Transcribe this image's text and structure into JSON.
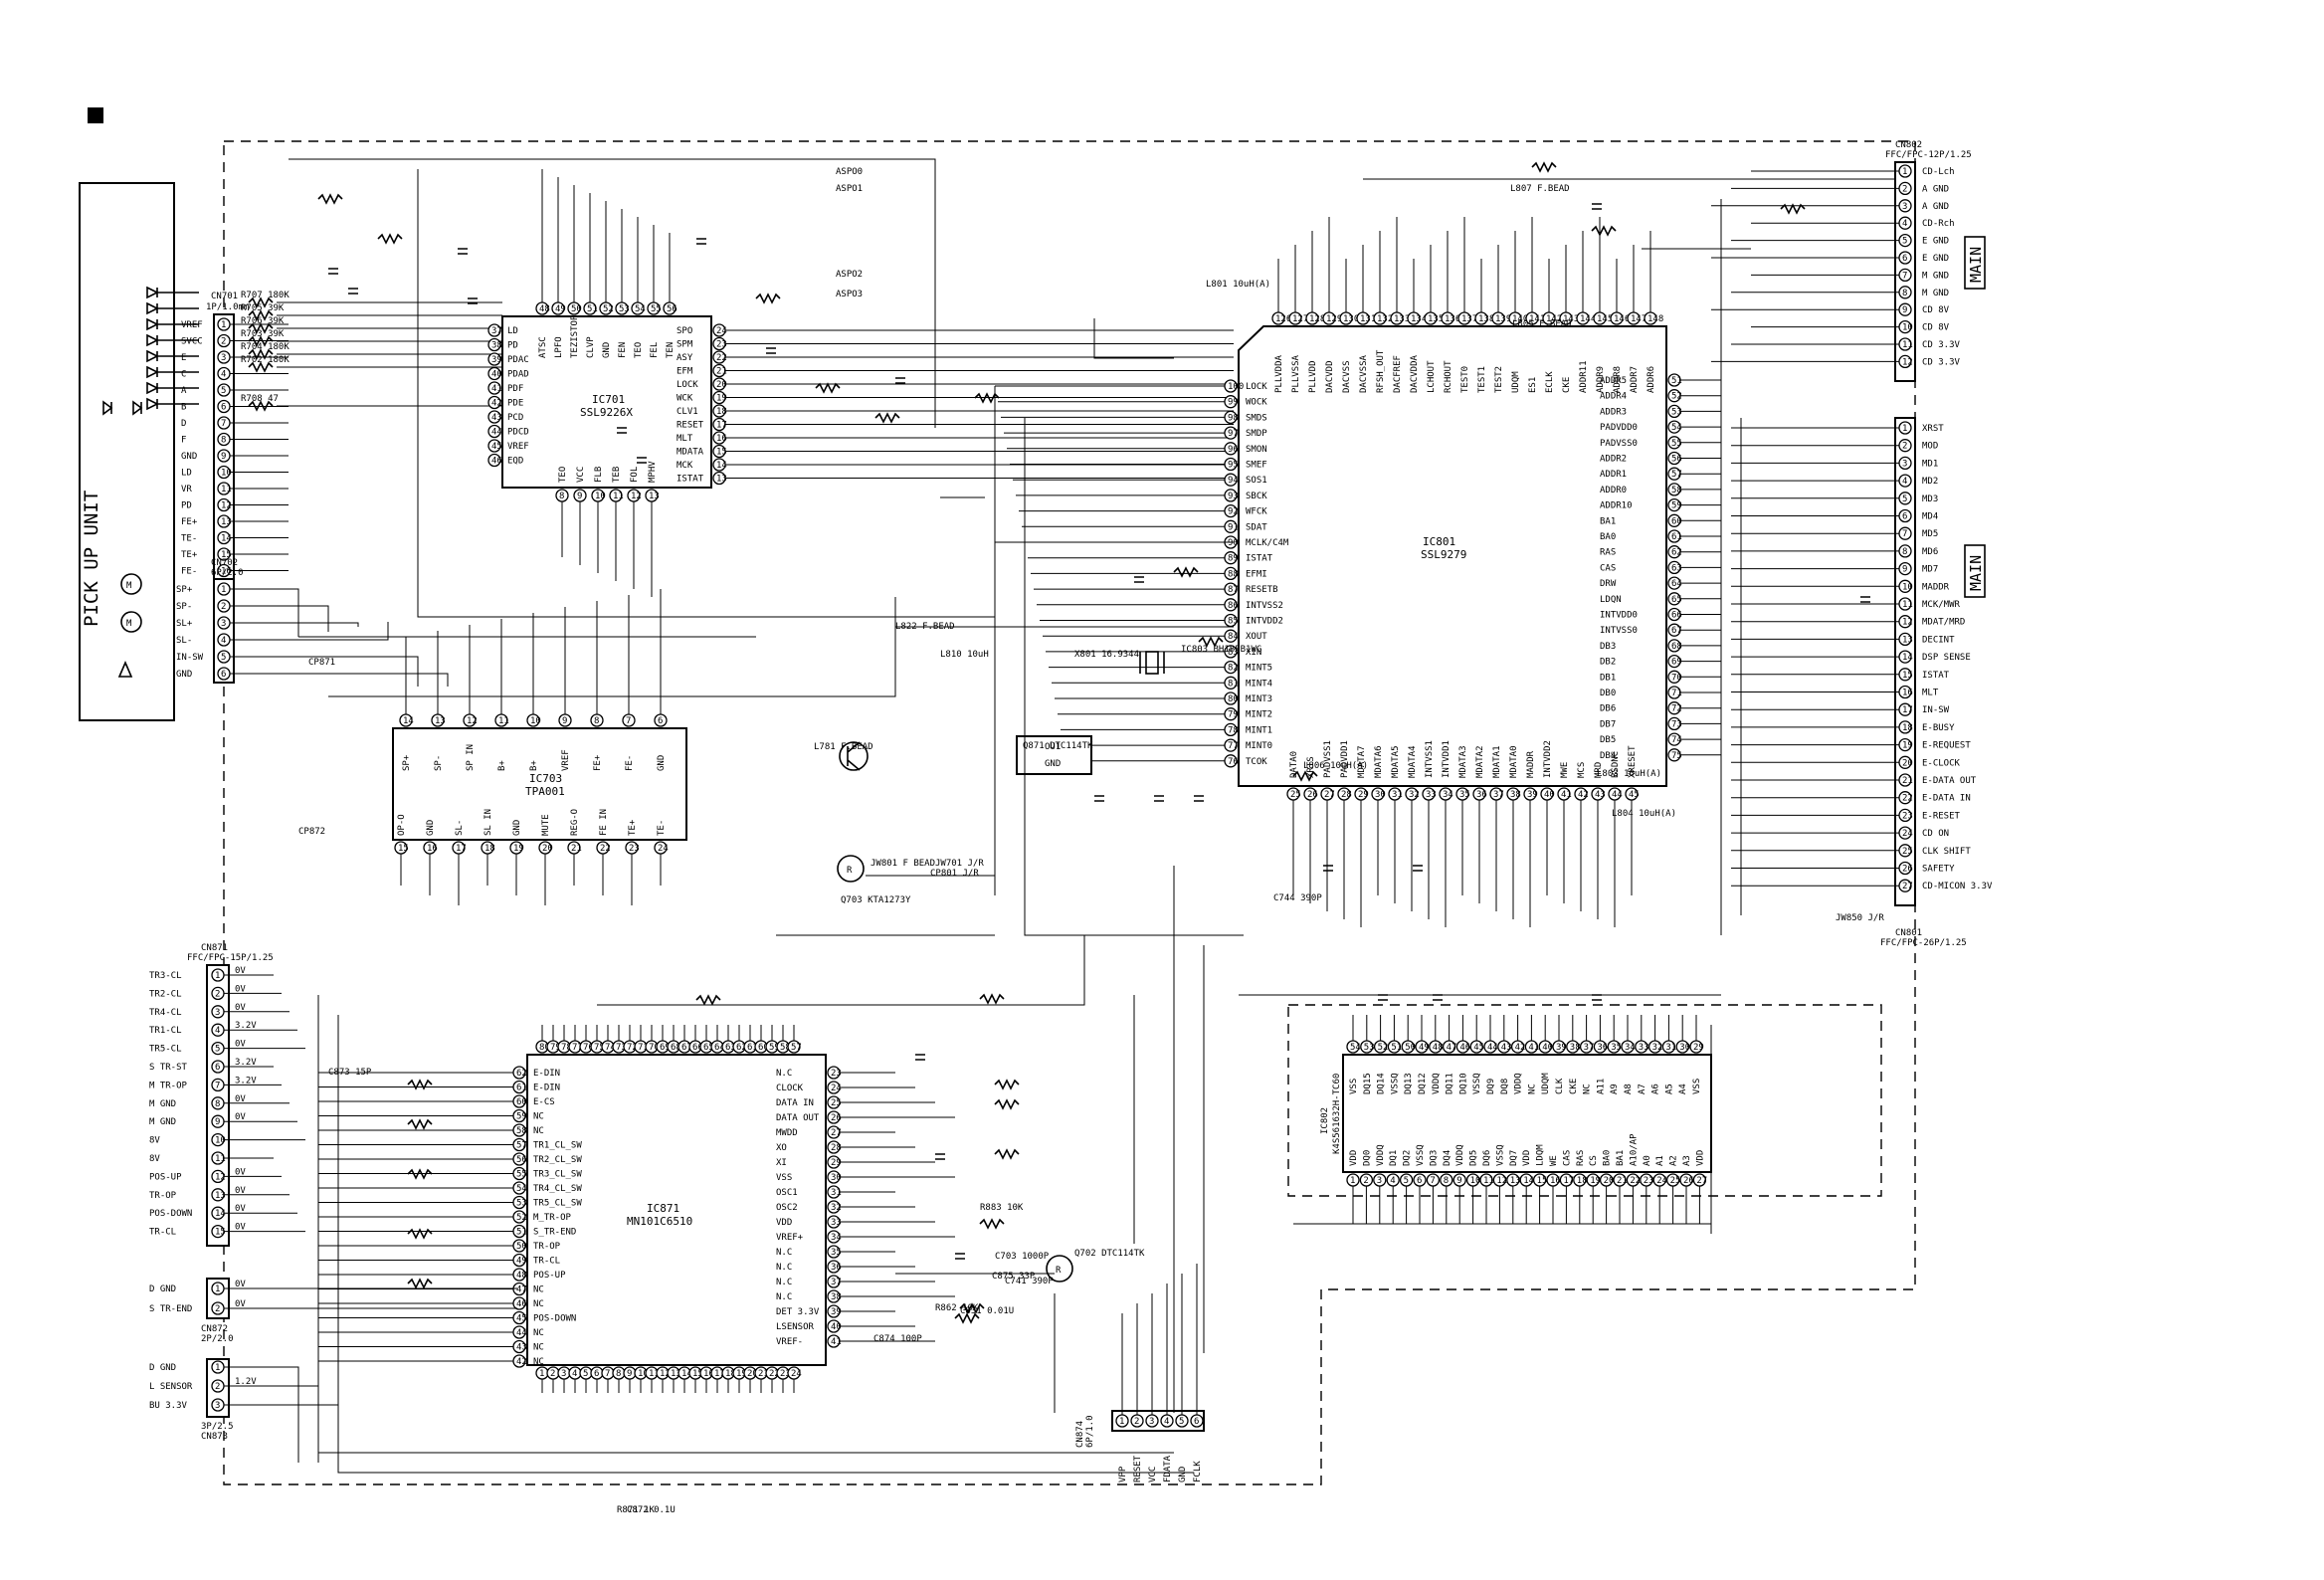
{
  "page_marker": "■",
  "pickup": {
    "title": "PICK UP UNIT",
    "cn701": {
      "name": "CN701",
      "spec": "1P/1.0mm",
      "pins": [
        "VREF",
        "SVCC",
        "E",
        "C",
        "A",
        "B",
        "D",
        "F",
        "GND",
        "LD",
        "VR",
        "PD",
        "FE+",
        "TE-",
        "TE+",
        "FE-"
      ]
    },
    "cn702": {
      "name": "CN702",
      "spec": "6P/2.0",
      "pins": [
        "SP+",
        "SP-",
        "SL+",
        "SL-",
        "IN-SW",
        "GND"
      ]
    },
    "resistors": [
      "R707 180K",
      "R705 39K",
      "R706 39K",
      "R703 39K",
      "R704 180K",
      "R702 180K",
      "R708 47"
    ]
  },
  "ic701": {
    "name": "IC701",
    "part": "SSL9226X",
    "left_pins": [
      "LD",
      "PD",
      "PDAC",
      "PDAD",
      "PDF",
      "PDE",
      "PCD",
      "PDCD",
      "VREF",
      "EQD"
    ],
    "right_pins": [
      "SPO",
      "SPM",
      "ASY",
      "EFM",
      "LOCK",
      "WCK",
      "CLV1",
      "RESET",
      "MLT",
      "MDATA",
      "MCK",
      "ISTAT"
    ],
    "top_pins": [
      "ATSC",
      "LPFO",
      "TEZISTOP",
      "CLVP",
      "GND",
      "FEN",
      "TEO",
      "FEL",
      "TEN"
    ],
    "bottom_pins": [
      "TEO",
      "VCC",
      "FLB",
      "TEB",
      "FOL",
      "MPHV"
    ]
  },
  "ic703": {
    "name": "IC703",
    "part": "TPA001",
    "top_pins": [
      "SP+",
      "SP-",
      "SP IN",
      "B+",
      "B+",
      "VREF",
      "FE+",
      "FE-",
      "GND"
    ],
    "bottom_pins": [
      "OP-O",
      "GND",
      "SL-",
      "SL IN",
      "GND",
      "MUTE",
      "REG-O",
      "FE IN",
      "TE+",
      "TE-"
    ]
  },
  "ic801": {
    "name": "IC801",
    "part": "SSL9279",
    "left_pins": [
      "LOCK",
      "WOCK",
      "SMDS",
      "SMDP",
      "SMON",
      "SMEF",
      "SOS1",
      "SBCK",
      "WFCK",
      "SDAT",
      "MCLK/C4M",
      "ISTAT",
      "EFMI",
      "RESETB",
      "INTVSS2",
      "INTVDD2",
      "XOUT",
      "XIN",
      "MINT5",
      "MINT4",
      "MINT3",
      "MINT2",
      "MINT1",
      "MINT0",
      "TCOK"
    ],
    "right_pins": [
      "ADDR5",
      "ADDR4",
      "ADDR3",
      "PADVDD0",
      "PADVSS0",
      "ADDR2",
      "ADDR1",
      "ADDR0",
      "ADDR10",
      "BA1",
      "BA0",
      "RAS",
      "CAS",
      "DRW",
      "LDQN",
      "INTVDD0",
      "INTVSS0",
      "DB3",
      "DB2",
      "DB1",
      "DB0",
      "DB6",
      "DB7",
      "DB5",
      "DB4"
    ],
    "top_pins": [
      "PLLVDDA",
      "PLLVSSA",
      "PLLVDD",
      "DACVDD",
      "DACVSS",
      "DACVSSA",
      "RFSH_OUT",
      "DACFREF",
      "DACVDDA",
      "LCHOUT",
      "RCHOUT",
      "TEST0",
      "TEST1",
      "TEST2",
      "UDQM",
      "ES1",
      "ECLK",
      "CKE",
      "ADDR11",
      "ADDR9",
      "ADDR8",
      "ADDR7",
      "ADDR6"
    ],
    "bottom_pins": [
      "DATA0",
      "XRTS",
      "PADVSS1",
      "PADVDD1",
      "MDATA7",
      "MDATA6",
      "MDATA5",
      "MDATA4",
      "INTVSS1",
      "INTVDD1",
      "MDATA3",
      "MDATA2",
      "MDATA1",
      "MDATA0",
      "MADDR",
      "INTVDD2",
      "MWE",
      "MCS",
      "MRD",
      "BSDNC",
      "XRESET"
    ]
  },
  "ic802": {
    "name": "IC802",
    "part": "K4S561632H-TC60",
    "top_pins": [
      "VSS",
      "DQ15",
      "DQ14",
      "VSSQ",
      "DQ13",
      "DQ12",
      "VDDQ",
      "DQ11",
      "DQ10",
      "VSSQ",
      "DQ9",
      "DQ8",
      "VDDQ",
      "NC",
      "UDQM",
      "CLK",
      "CKE",
      "NC",
      "A11",
      "A9",
      "A8",
      "A7",
      "A6",
      "A5",
      "A4",
      "VSS"
    ],
    "bottom_pins": [
      "VDD",
      "DQ0",
      "VDDQ",
      "DQ1",
      "DQ2",
      "VSSQ",
      "DQ3",
      "DQ4",
      "VDDQ",
      "DQ5",
      "DQ6",
      "VSSQ",
      "DQ7",
      "VDD",
      "LDQM",
      "WE",
      "CAS",
      "RAS",
      "CS",
      "BA0",
      "BA1",
      "A10/AP",
      "A0",
      "A1",
      "A2",
      "A3",
      "VDD"
    ]
  },
  "ic871": {
    "name": "IC871",
    "part": "MN101C6510",
    "left_pins": [
      "E-DIN",
      "E-DIN",
      "E-CS",
      "NC",
      "NC",
      "TR1_CL_SW",
      "TR2_CL_SW",
      "TR3_CL_SW",
      "TR4_CL_SW",
      "TR5_CL_SW",
      "M_TR-OP",
      "S_TR-END",
      "TR-OP",
      "TR-CL",
      "POS-UP",
      "NC",
      "NC",
      "POS-DOWN",
      "NC",
      "NC",
      "NC"
    ],
    "right_pins": [
      "N.C",
      "CLOCK",
      "DATA IN",
      "DATA OUT",
      "MWDD",
      "XO",
      "XI",
      "VSS",
      "OSC1",
      "OSC2",
      "VDD",
      "VREF+",
      "N.C",
      "N.C",
      "N.C",
      "N.C",
      "DET 3.3V",
      "LSENSOR",
      "VREF-"
    ]
  },
  "cn802": {
    "name": "CN802",
    "spec": "FFC/FPC-12P/1.25",
    "pins": [
      "CD-Lch",
      "A GND",
      "A GND",
      "CD-Rch",
      "E GND",
      "E GND",
      "M GND",
      "M GND",
      "CD 8V",
      "CD 8V",
      "CD 3.3V",
      "CD 3.3V"
    ],
    "tag": "MAIN"
  },
  "cn801": {
    "name": "CN801",
    "spec": "FFC/FPC-26P/1.25",
    "pins": [
      "XRST",
      "MOD",
      "MD1",
      "MD2",
      "MD3",
      "MD4",
      "MD5",
      "MD6",
      "MD7",
      "MADDR",
      "MCK/MWR",
      "MDAT/MRD",
      "DECINT",
      "DSP SENSE",
      "ISTAT",
      "MLT",
      "IN-SW",
      "E-BUSY",
      "E-REQUEST",
      "E-CLOCK",
      "E-DATA OUT",
      "E-DATA IN",
      "E-RESET",
      "CD ON",
      "CLK SHIFT",
      "SAFETY",
      "CD-MICON 3.3V"
    ],
    "tag": "MAIN",
    "jumper": "JW850 J/R"
  },
  "cn871": {
    "name": "CN871",
    "spec": "FFC/FPC-15P/1.25",
    "pins": [
      "TR3-CL",
      "TR2-CL",
      "TR4-CL",
      "TR1-CL",
      "TR5-CL",
      "S TR-ST",
      "M TR-OP",
      "M GND",
      "M GND",
      "8V",
      "8V",
      "POS-UP",
      "TR-OP",
      "POS-DOWN",
      "TR-CL"
    ],
    "values": [
      "0V",
      "0V",
      "0V",
      "3.2V",
      "0V",
      "3.2V",
      "3.2V",
      "0V",
      "0V",
      "",
      "",
      "0V",
      "0V",
      "0V",
      "0V"
    ]
  },
  "cn872": {
    "name": "CN872",
    "spec": "2P/2.0",
    "pins": [
      "D GND",
      "S TR-END"
    ],
    "values": [
      "0V",
      "0V"
    ]
  },
  "cn873": {
    "name": "CN873",
    "spec": "3P/2.5",
    "pins": [
      "D GND",
      "L SENSOR",
      "BU 3.3V"
    ],
    "values": [
      "",
      "1.2V",
      ""
    ]
  },
  "cn874": {
    "name": "CN874",
    "spec": "6P/1.0",
    "pins": [
      "VPP",
      "RESET",
      "VCC",
      "FDATA",
      "GND",
      "FCLK"
    ]
  },
  "misc_labels": [
    "ASPO0",
    "ASPO1",
    "ASPO2",
    "ASPO3",
    "L801 10uH(A)",
    "L807 F.BEAD",
    "L805 F.BEAD",
    "L806 10uH(A)",
    "L803 10uH(A)",
    "L804 10uH(A)",
    "L822 F.BEAD",
    "L810 10uH",
    "L781 F.BEAD",
    "Q703 KTA1273Y",
    "Q702 DTC114TK",
    "Q871 DTC114TK",
    "IC803 BH18FB1WG",
    "X801 16.9344",
    "JW801 F BEAD",
    "JW701 J/R",
    "CP801 J/R",
    "CP871",
    "CP872",
    "C744 390P",
    "C741 390P",
    "C703 1000P",
    "C875 33P",
    "C873 15P",
    "C874 100P",
    "R883 10K",
    "C831 0.01U",
    "R862 10K",
    "R871 1K",
    "C872 0.1U"
  ]
}
